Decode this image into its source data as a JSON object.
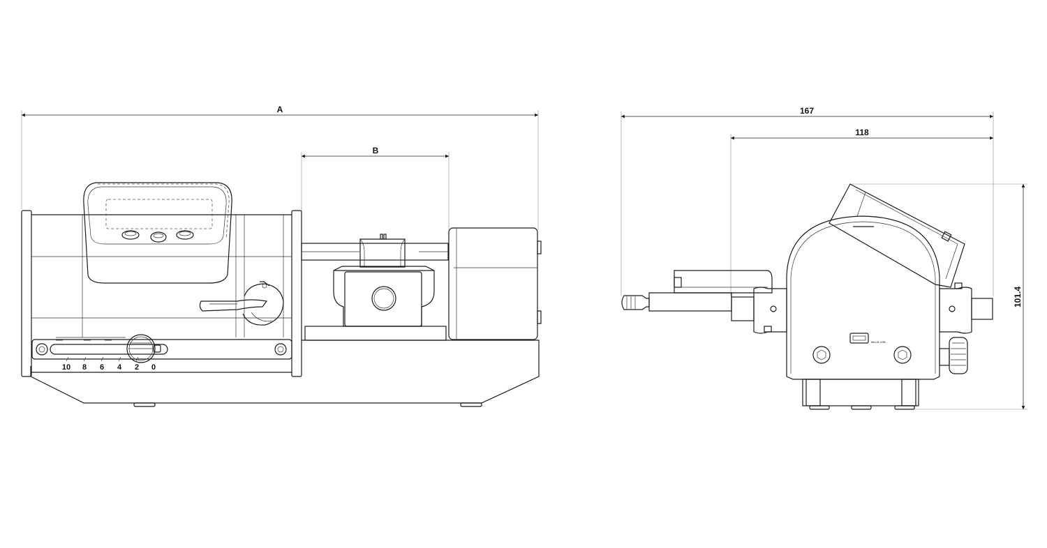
{
  "dimensions": {
    "front_overall_length": "A",
    "front_carriage_length": "B",
    "side_overall_width": "167",
    "side_body_width": "118",
    "side_height": "101.4"
  },
  "scale": {
    "ticks": [
      "10",
      "8",
      "6",
      "4",
      "2",
      "0"
    ]
  }
}
